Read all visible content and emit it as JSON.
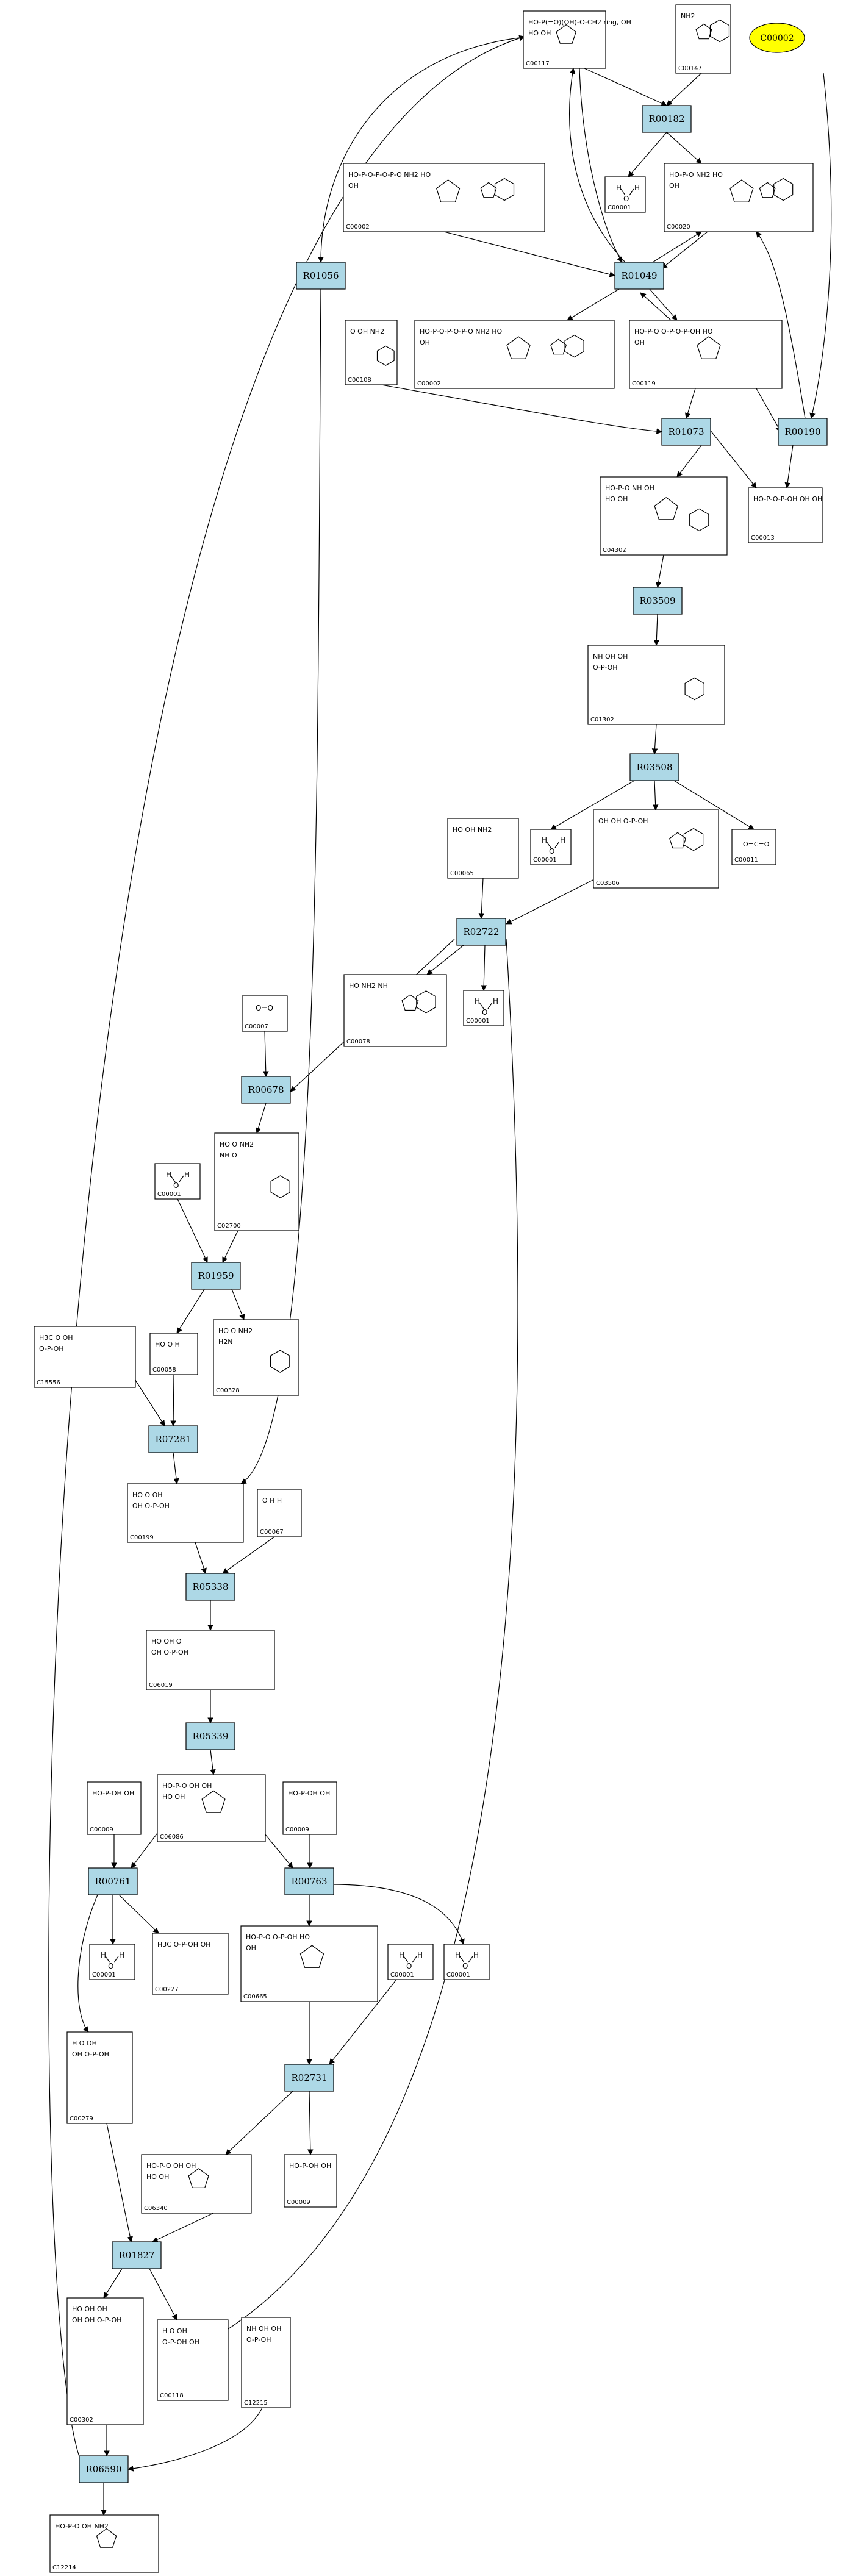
{
  "colors": {
    "reaction_fill": "#add8e6",
    "reaction_stroke": "#000000",
    "compound_stroke": "#000000",
    "edge": "#000000",
    "highlight_fill": "#ffff00"
  },
  "highlight_node": {
    "id": "C00002_oval",
    "label": "C00002"
  },
  "reactions": [
    {
      "id": "R00182",
      "label": "R00182"
    },
    {
      "id": "R01056",
      "label": "R01056"
    },
    {
      "id": "R01049",
      "label": "R01049"
    },
    {
      "id": "R01073",
      "label": "R01073"
    },
    {
      "id": "R00190",
      "label": "R00190"
    },
    {
      "id": "R03509",
      "label": "R03509"
    },
    {
      "id": "R03508",
      "label": "R03508"
    },
    {
      "id": "R02722",
      "label": "R02722"
    },
    {
      "id": "R00678",
      "label": "R00678"
    },
    {
      "id": "R01959",
      "label": "R01959"
    },
    {
      "id": "R07281",
      "label": "R07281"
    },
    {
      "id": "R05338",
      "label": "R05338"
    },
    {
      "id": "R05339",
      "label": "R05339"
    },
    {
      "id": "R00761",
      "label": "R00761"
    },
    {
      "id": "R00763",
      "label": "R00763"
    },
    {
      "id": "R02731",
      "label": "R02731"
    },
    {
      "id": "R01827",
      "label": "R01827"
    },
    {
      "id": "R06590",
      "label": "R06590"
    }
  ],
  "compounds": [
    {
      "id": "c_C00117",
      "label": "C00117",
      "structure": "HO-P(=O)(OH)-O-CH2 sugar ring, OH / HO OH"
    },
    {
      "id": "c_C00147",
      "label": "C00147",
      "structure": "NH2 adenine"
    },
    {
      "id": "c_C00001_a",
      "label": "C00001",
      "structure": "H-O-H"
    },
    {
      "id": "c_C00002_a",
      "label": "C00002",
      "structure": "HO-P-O-P-O-P-O ribose adenine NH2 / HO OH"
    },
    {
      "id": "c_C00020",
      "label": "C00020",
      "structure": "HO-P-O ribose adenine NH2 / HO OH"
    },
    {
      "id": "c_C00108",
      "label": "C00108",
      "structure": "O OH / NH2 benzene"
    },
    {
      "id": "c_C00002_b",
      "label": "C00002",
      "structure": "HO-P-O-P-O-P-O ribose adenine NH2 / HO OH"
    },
    {
      "id": "c_C00119",
      "label": "C00119",
      "structure": "HO-P-O ribose O-P-O-P-OH / HO OH"
    },
    {
      "id": "c_C04302",
      "label": "C04302",
      "structure": "HO-P-O ribose NH benzoic acid OH / HO OH"
    },
    {
      "id": "c_C00013",
      "label": "C00013",
      "structure": "HO-P-O-P-OH / OH OH"
    },
    {
      "id": "c_C01302",
      "label": "C01302",
      "structure": "benzoic acid NH OH OH O-P-OH"
    },
    {
      "id": "c_C00001_b",
      "label": "C00001",
      "structure": "H-O-H"
    },
    {
      "id": "c_C03506",
      "label": "C03506",
      "structure": "indole OH OH O-P-OH"
    },
    {
      "id": "c_C00011",
      "label": "C00011",
      "structure": "O=C=O"
    },
    {
      "id": "c_C00065",
      "label": "C00065",
      "structure": "HO OH NH2"
    },
    {
      "id": "c_C00078",
      "label": "C00078",
      "structure": "HO NH2 indole NH"
    },
    {
      "id": "c_C00001_c",
      "label": "C00001",
      "structure": "H-O-H"
    },
    {
      "id": "c_C00007",
      "label": "C00007",
      "structure": "O=O"
    },
    {
      "id": "c_C02700",
      "label": "C02700",
      "structure": "HO O NH2 benzene NH O"
    },
    {
      "id": "c_C00001_d",
      "label": "C00001",
      "structure": "H-O-H"
    },
    {
      "id": "c_C00058",
      "label": "C00058",
      "structure": "HO O H"
    },
    {
      "id": "c_C00328",
      "label": "C00328",
      "structure": "HO O NH2 H2N benzene"
    },
    {
      "id": "c_C15556",
      "label": "C15556",
      "structure": "H3C O OH O-P-OH"
    },
    {
      "id": "c_C00199",
      "label": "C00199",
      "structure": "HO O OH OH O-P-OH"
    },
    {
      "id": "c_C00067",
      "label": "C00067",
      "structure": "O H H"
    },
    {
      "id": "c_C06019",
      "label": "C06019",
      "structure": "HO OH O OH O-P-OH"
    },
    {
      "id": "c_C00009_a",
      "label": "C00009",
      "structure": "HO-P-OH OH"
    },
    {
      "id": "c_C06086",
      "label": "C06086",
      "structure": "HO-P-O furanose OH OH HO OH"
    },
    {
      "id": "c_C00009_b",
      "label": "C00009",
      "structure": "HO-P-OH OH"
    },
    {
      "id": "c_C00001_e",
      "label": "C00001",
      "structure": "H-O-H"
    },
    {
      "id": "c_C00227",
      "label": "C00227",
      "structure": "H3C O-P-OH OH"
    },
    {
      "id": "c_C00665",
      "label": "C00665",
      "structure": "HO-P-O furanose O-P-OH / HO OH"
    },
    {
      "id": "c_C00001_f",
      "label": "C00001",
      "structure": "H-O-H"
    },
    {
      "id": "c_C00001_g",
      "label": "C00001",
      "structure": "H-O-H"
    },
    {
      "id": "c_C00279",
      "label": "C00279",
      "structure": "H O OH OH O-P-OH"
    },
    {
      "id": "c_C06340",
      "label": "C06340",
      "structure": "HO-P-O furanose OH OH HO OH"
    },
    {
      "id": "c_C00009_c",
      "label": "C00009",
      "structure": "HO-P-OH OH"
    },
    {
      "id": "c_C00302",
      "label": "C00302",
      "structure": "HO OH OH OH OH O-P-OH"
    },
    {
      "id": "c_C00118",
      "label": "C00118",
      "structure": "H O OH O-P-OH OH"
    },
    {
      "id": "c_C12215",
      "label": "C12215",
      "structure": "NH OH OH O-P-OH"
    },
    {
      "id": "c_C12214",
      "label": "C12214",
      "structure": "HO-P-O furanose OH NH2"
    }
  ]
}
